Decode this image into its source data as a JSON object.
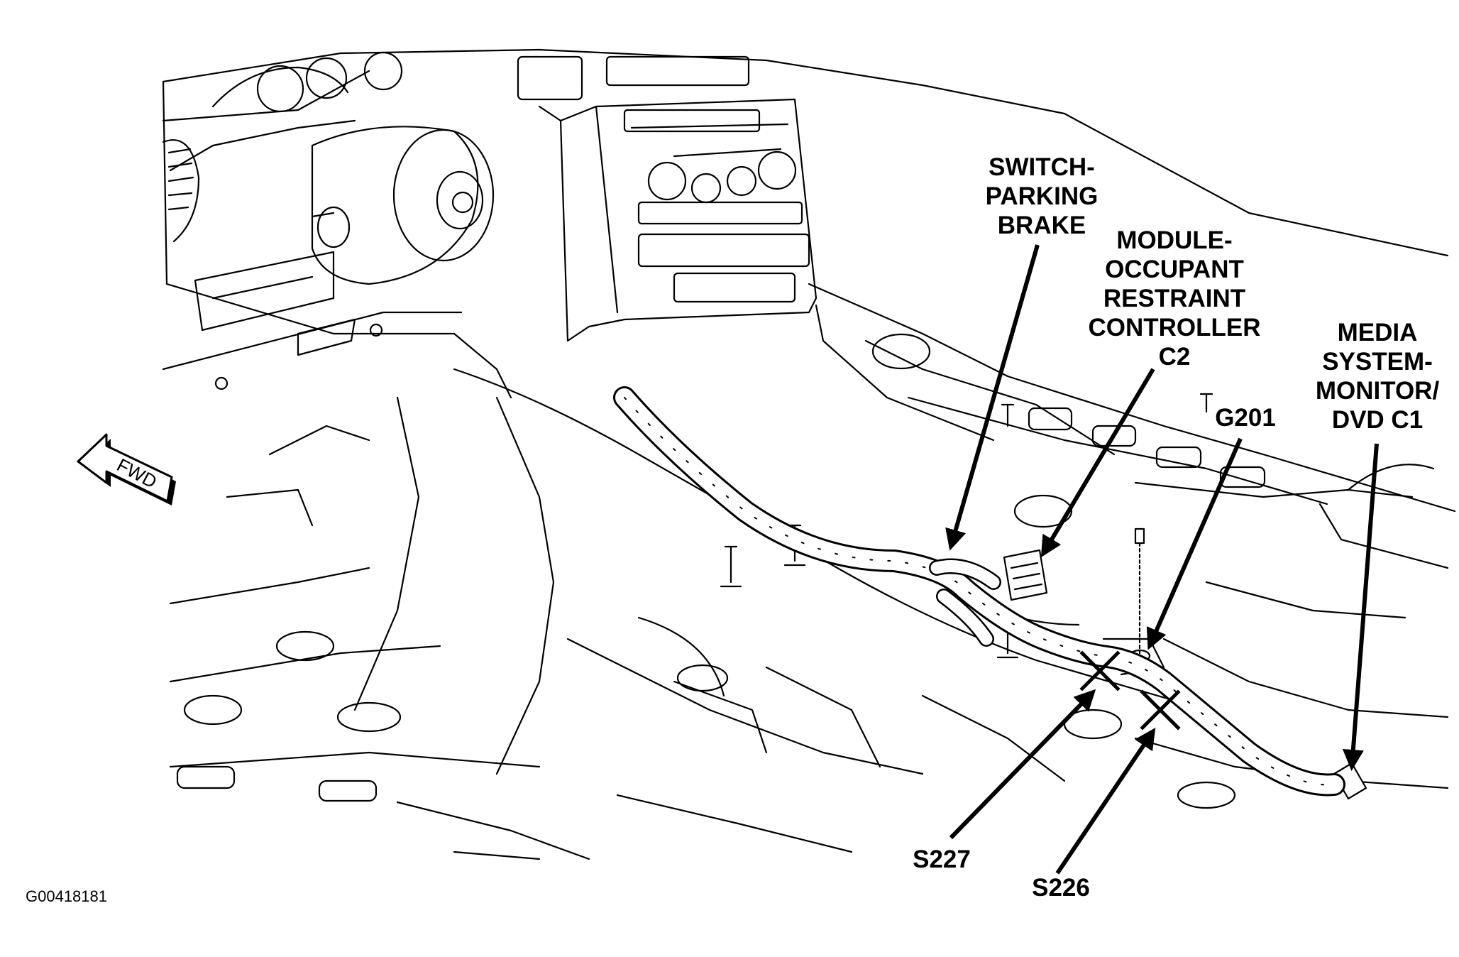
{
  "figure_id": "G00418181",
  "direction_label": "FWD",
  "callouts": {
    "switch_parking_brake": [
      "SWITCH-",
      "PARKING",
      "BRAKE"
    ],
    "module_occupant_restraint": [
      "MODULE-",
      "OCCUPANT",
      "RESTRAINT",
      "CONTROLLER",
      "C2"
    ],
    "g201": [
      "G201"
    ],
    "media_system_monitor": [
      "MEDIA",
      "SYSTEM-",
      "MONITOR/",
      "DVD C1"
    ],
    "s227": [
      "S227"
    ],
    "s226": [
      "S226"
    ]
  }
}
